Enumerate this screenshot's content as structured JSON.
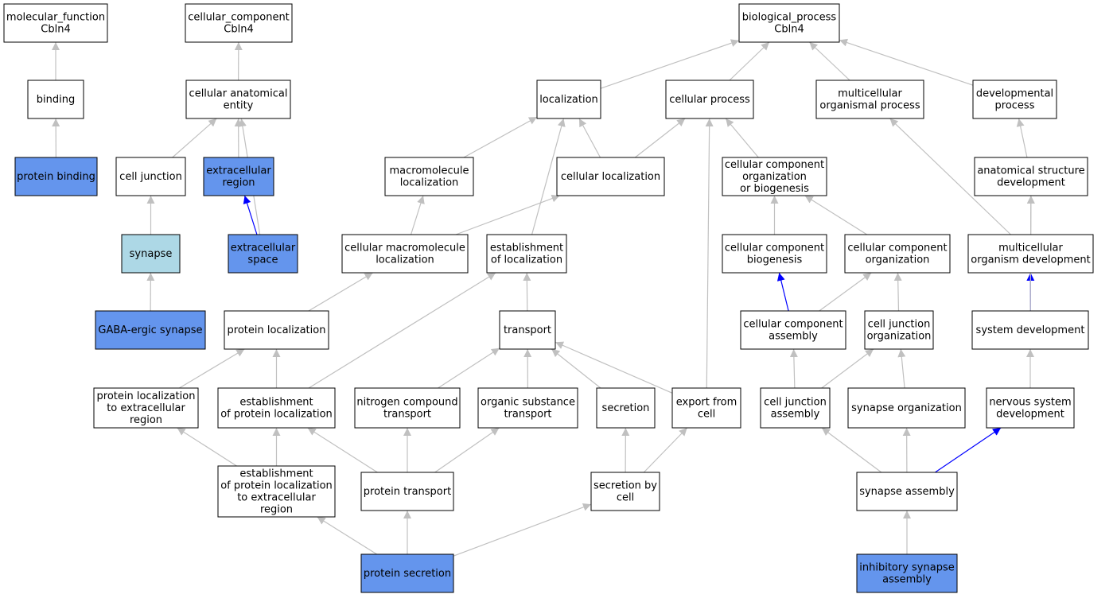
{
  "colors": {
    "plain": "#ffffff",
    "annotated": "#6495ed",
    "highlight": "#add8e6",
    "edge_default": "#c0c0c0",
    "edge_blue": "#0000ff"
  },
  "nodes": [
    {
      "id": "mf",
      "lines": [
        "molecular_function",
        "Cbln4"
      ],
      "fill": "plain"
    },
    {
      "id": "cc",
      "lines": [
        "cellular_component",
        "Cbln4"
      ],
      "fill": "plain"
    },
    {
      "id": "bp",
      "lines": [
        "biological_process",
        "Cbln4"
      ],
      "fill": "plain"
    },
    {
      "id": "binding",
      "lines": [
        "binding"
      ],
      "fill": "plain"
    },
    {
      "id": "protein_binding",
      "lines": [
        "protein binding"
      ],
      "fill": "annotated"
    },
    {
      "id": "cae",
      "lines": [
        "cellular anatomical",
        "entity"
      ],
      "fill": "plain"
    },
    {
      "id": "cell_junction",
      "lines": [
        "cell junction"
      ],
      "fill": "plain"
    },
    {
      "id": "extracellular_region",
      "lines": [
        "extracellular",
        "region"
      ],
      "fill": "annotated"
    },
    {
      "id": "synapse",
      "lines": [
        "synapse"
      ],
      "fill": "highlight"
    },
    {
      "id": "extracellular_space",
      "lines": [
        "extracellular",
        "space"
      ],
      "fill": "annotated"
    },
    {
      "id": "gaba",
      "lines": [
        "GABA-ergic synapse"
      ],
      "fill": "annotated"
    },
    {
      "id": "localization",
      "lines": [
        "localization"
      ],
      "fill": "plain"
    },
    {
      "id": "cellular_process",
      "lines": [
        "cellular process"
      ],
      "fill": "plain"
    },
    {
      "id": "multicellular_process",
      "lines": [
        "multicellular",
        "organismal process"
      ],
      "fill": "plain"
    },
    {
      "id": "developmental_process",
      "lines": [
        "developmental",
        "process"
      ],
      "fill": "plain"
    },
    {
      "id": "macro_loc",
      "lines": [
        "macromolecule",
        "localization"
      ],
      "fill": "plain"
    },
    {
      "id": "cellular_loc",
      "lines": [
        "cellular localization"
      ],
      "fill": "plain"
    },
    {
      "id": "ccob",
      "lines": [
        "cellular component",
        "organization",
        "or biogenesis"
      ],
      "fill": "plain"
    },
    {
      "id": "asd",
      "lines": [
        "anatomical structure",
        "development"
      ],
      "fill": "plain"
    },
    {
      "id": "cml",
      "lines": [
        "cellular macromolecule",
        "localization"
      ],
      "fill": "plain"
    },
    {
      "id": "est_loc",
      "lines": [
        "establishment",
        "of localization"
      ],
      "fill": "plain"
    },
    {
      "id": "ccb",
      "lines": [
        "cellular component",
        "biogenesis"
      ],
      "fill": "plain"
    },
    {
      "id": "cco",
      "lines": [
        "cellular component",
        "organization"
      ],
      "fill": "plain"
    },
    {
      "id": "mod",
      "lines": [
        "multicellular",
        "organism development"
      ],
      "fill": "plain"
    },
    {
      "id": "protein_loc",
      "lines": [
        "protein localization"
      ],
      "fill": "plain"
    },
    {
      "id": "transport",
      "lines": [
        "transport"
      ],
      "fill": "plain"
    },
    {
      "id": "cca",
      "lines": [
        "cellular component",
        "assembly"
      ],
      "fill": "plain"
    },
    {
      "id": "cjo",
      "lines": [
        "cell junction",
        "organization"
      ],
      "fill": "plain"
    },
    {
      "id": "system_dev",
      "lines": [
        "system development"
      ],
      "fill": "plain"
    },
    {
      "id": "pl_extra",
      "lines": [
        "protein localization",
        "to extracellular",
        "region"
      ],
      "fill": "plain"
    },
    {
      "id": "est_protein_loc",
      "lines": [
        "establishment",
        "of protein localization"
      ],
      "fill": "plain"
    },
    {
      "id": "nitrogen",
      "lines": [
        "nitrogen compound",
        "transport"
      ],
      "fill": "plain"
    },
    {
      "id": "organic",
      "lines": [
        "organic substance",
        "transport"
      ],
      "fill": "plain"
    },
    {
      "id": "secretion",
      "lines": [
        "secretion"
      ],
      "fill": "plain"
    },
    {
      "id": "export",
      "lines": [
        "export from",
        "cell"
      ],
      "fill": "plain"
    },
    {
      "id": "cja",
      "lines": [
        "cell junction",
        "assembly"
      ],
      "fill": "plain"
    },
    {
      "id": "syn_org",
      "lines": [
        "synapse organization"
      ],
      "fill": "plain"
    },
    {
      "id": "nsd",
      "lines": [
        "nervous system",
        "development"
      ],
      "fill": "plain"
    },
    {
      "id": "est_pl_extra",
      "lines": [
        "establishment",
        "of protein localization",
        "to extracellular",
        "region"
      ],
      "fill": "plain"
    },
    {
      "id": "protein_transport",
      "lines": [
        "protein transport"
      ],
      "fill": "plain"
    },
    {
      "id": "sec_by_cell",
      "lines": [
        "secretion by",
        "cell"
      ],
      "fill": "plain"
    },
    {
      "id": "syn_assembly",
      "lines": [
        "synapse assembly"
      ],
      "fill": "plain"
    },
    {
      "id": "protein_secretion",
      "lines": [
        "protein secretion"
      ],
      "fill": "annotated"
    },
    {
      "id": "inhib",
      "lines": [
        "inhibitory synapse",
        "assembly"
      ],
      "fill": "annotated"
    }
  ],
  "edges": [
    {
      "from": "binding",
      "to": "mf",
      "color": "edge_default"
    },
    {
      "from": "protein_binding",
      "to": "binding",
      "color": "edge_default"
    },
    {
      "from": "cae",
      "to": "cc",
      "color": "edge_default"
    },
    {
      "from": "cell_junction",
      "to": "cae",
      "color": "edge_default"
    },
    {
      "from": "extracellular_region",
      "to": "cae",
      "color": "edge_default"
    },
    {
      "from": "extracellular_space",
      "to": "cae",
      "color": "edge_default"
    },
    {
      "from": "synapse",
      "to": "cell_junction",
      "color": "edge_default"
    },
    {
      "from": "extracellular_space",
      "to": "extracellular_region",
      "color": "edge_blue"
    },
    {
      "from": "gaba",
      "to": "synapse",
      "color": "edge_default"
    },
    {
      "from": "localization",
      "to": "bp",
      "color": "edge_default"
    },
    {
      "from": "cellular_process",
      "to": "bp",
      "color": "edge_default"
    },
    {
      "from": "multicellular_process",
      "to": "bp",
      "color": "edge_default"
    },
    {
      "from": "developmental_process",
      "to": "bp",
      "color": "edge_default"
    },
    {
      "from": "macro_loc",
      "to": "localization",
      "color": "edge_default"
    },
    {
      "from": "cellular_loc",
      "to": "localization",
      "color": "edge_default"
    },
    {
      "from": "cellular_loc",
      "to": "cellular_process",
      "color": "edge_default"
    },
    {
      "from": "ccob",
      "to": "cellular_process",
      "color": "edge_default"
    },
    {
      "from": "asd",
      "to": "developmental_process",
      "color": "edge_default"
    },
    {
      "from": "cml",
      "to": "macro_loc",
      "color": "edge_default"
    },
    {
      "from": "cml",
      "to": "cellular_loc",
      "color": "edge_default"
    },
    {
      "from": "est_loc",
      "to": "localization",
      "color": "edge_default"
    },
    {
      "from": "ccb",
      "to": "ccob",
      "color": "edge_default"
    },
    {
      "from": "cco",
      "to": "ccob",
      "color": "edge_default"
    },
    {
      "from": "mod",
      "to": "asd",
      "color": "edge_default"
    },
    {
      "from": "mod",
      "to": "multicellular_process",
      "color": "edge_default"
    },
    {
      "from": "protein_loc",
      "to": "cml",
      "color": "edge_default"
    },
    {
      "from": "transport",
      "to": "est_loc",
      "color": "edge_default"
    },
    {
      "from": "cca",
      "to": "ccb",
      "color": "edge_blue"
    },
    {
      "from": "cca",
      "to": "cco",
      "color": "edge_default"
    },
    {
      "from": "cjo",
      "to": "cco",
      "color": "edge_default"
    },
    {
      "from": "system_dev",
      "to": "mod",
      "color": "edge_blue"
    },
    {
      "from": "system_dev",
      "to": "asd",
      "color": "edge_default"
    },
    {
      "from": "pl_extra",
      "to": "protein_loc",
      "color": "edge_default"
    },
    {
      "from": "est_protein_loc",
      "to": "protein_loc",
      "color": "edge_default"
    },
    {
      "from": "est_protein_loc",
      "to": "est_loc",
      "color": "edge_default"
    },
    {
      "from": "nitrogen",
      "to": "transport",
      "color": "edge_default"
    },
    {
      "from": "organic",
      "to": "transport",
      "color": "edge_default"
    },
    {
      "from": "secretion",
      "to": "transport",
      "color": "edge_default"
    },
    {
      "from": "export",
      "to": "transport",
      "color": "edge_default"
    },
    {
      "from": "export",
      "to": "cellular_process",
      "color": "edge_default"
    },
    {
      "from": "cja",
      "to": "cca",
      "color": "edge_default"
    },
    {
      "from": "cja",
      "to": "cjo",
      "color": "edge_default"
    },
    {
      "from": "syn_org",
      "to": "cjo",
      "color": "edge_default"
    },
    {
      "from": "nsd",
      "to": "system_dev",
      "color": "edge_default"
    },
    {
      "from": "est_pl_extra",
      "to": "pl_extra",
      "color": "edge_default"
    },
    {
      "from": "est_pl_extra",
      "to": "est_protein_loc",
      "color": "edge_default"
    },
    {
      "from": "protein_transport",
      "to": "est_protein_loc",
      "color": "edge_default"
    },
    {
      "from": "protein_transport",
      "to": "nitrogen",
      "color": "edge_default"
    },
    {
      "from": "protein_transport",
      "to": "organic",
      "color": "edge_default"
    },
    {
      "from": "sec_by_cell",
      "to": "secretion",
      "color": "edge_default"
    },
    {
      "from": "sec_by_cell",
      "to": "export",
      "color": "edge_default"
    },
    {
      "from": "syn_assembly",
      "to": "cja",
      "color": "edge_default"
    },
    {
      "from": "syn_assembly",
      "to": "syn_org",
      "color": "edge_default"
    },
    {
      "from": "syn_assembly",
      "to": "nsd",
      "color": "edge_blue"
    },
    {
      "from": "protein_secretion",
      "to": "est_pl_extra",
      "color": "edge_default"
    },
    {
      "from": "protein_secretion",
      "to": "protein_transport",
      "color": "edge_default"
    },
    {
      "from": "protein_secretion",
      "to": "sec_by_cell",
      "color": "edge_default"
    },
    {
      "from": "inhib",
      "to": "syn_assembly",
      "color": "edge_default"
    }
  ]
}
